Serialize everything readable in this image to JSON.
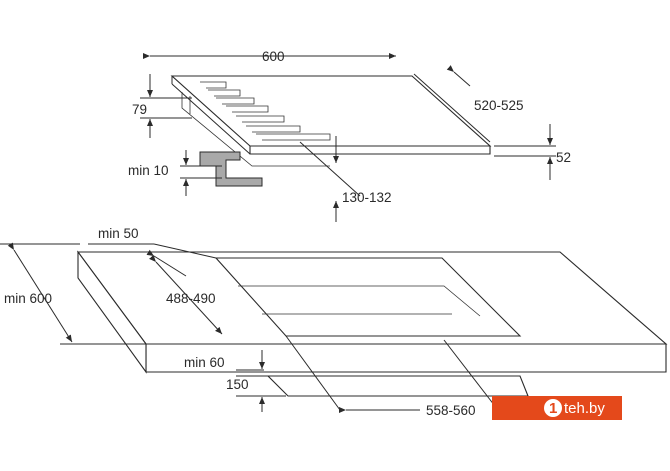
{
  "hob_view": {
    "width": "600",
    "depth": "520-525",
    "height": "52",
    "burner_height": "79",
    "min_clearance": "min 10",
    "cutout_offset": "130-132"
  },
  "countertop_view": {
    "min_edge": "min 50",
    "min_depth": "min 600",
    "cutout_depth": "488-490",
    "min_front": "min 60",
    "opening": "150",
    "cutout_width": "558-560"
  },
  "watermark": {
    "digit": "1",
    "text": "teh.by",
    "color": "#e4491b"
  }
}
